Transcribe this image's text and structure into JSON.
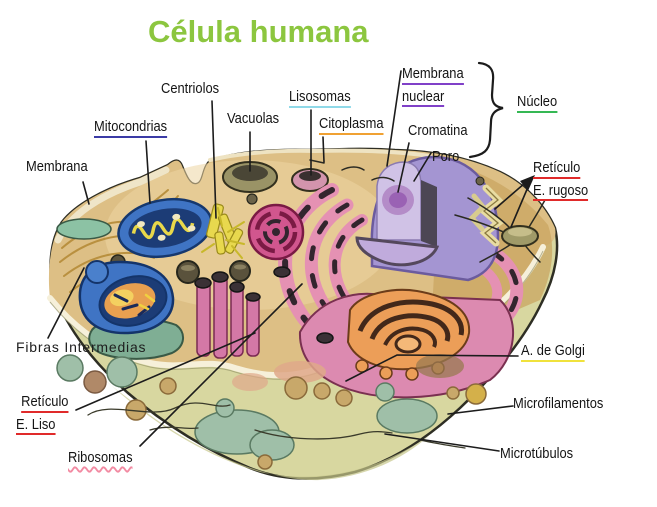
{
  "title": {
    "text": "Célula humana",
    "color": "#8cc63f"
  },
  "labels": {
    "membrana": "Membrana",
    "mitocondrias": "Mitocondrias",
    "centriolos": "Centriolos",
    "vacuolas": "Vacuolas",
    "lisosomas": "Lisosomas",
    "citoplasma": "Citoplasma",
    "membrana_nuclear_1": "Membrana",
    "membrana_nuclear_2": "nuclear",
    "cromatina": "Cromatina",
    "poro": "Poro",
    "nucleo": "Núcleo",
    "reticulo_rugoso_1": "Retículo",
    "reticulo_rugoso_2": "E. rugoso",
    "a_golgi": "A. de Golgi",
    "microfilamentos": "Microfilamentos",
    "microtubulos": "Microtúbulos",
    "fibras_intermedias": "Fibras Intermedias",
    "reticulo_liso_1": "Retículo",
    "reticulo_liso_2": "E. Liso",
    "ribosomas": "Ribosomas"
  },
  "palette": {
    "title_green": "#8cc63f",
    "underline_navy": "#3b3ba6",
    "underline_cyan": "#8fd9e8",
    "underline_orange": "#f0a132",
    "underline_purple": "#8040c8",
    "underline_green": "#35b854",
    "underline_red": "#e02a2a",
    "underline_yellow": "#f0e23c",
    "underline_pink_wavy": "#f28aa2",
    "leader_line": "#1c1c1c",
    "cytoplasm_tan": "#ddbf85",
    "outer_olive": "#d8d7a0",
    "nucleus_purple": "#a495d2",
    "er_pink": "#e08cb0",
    "golgi_orange": "#ec9e58",
    "mitochondria_blue": "#3f74c4"
  }
}
